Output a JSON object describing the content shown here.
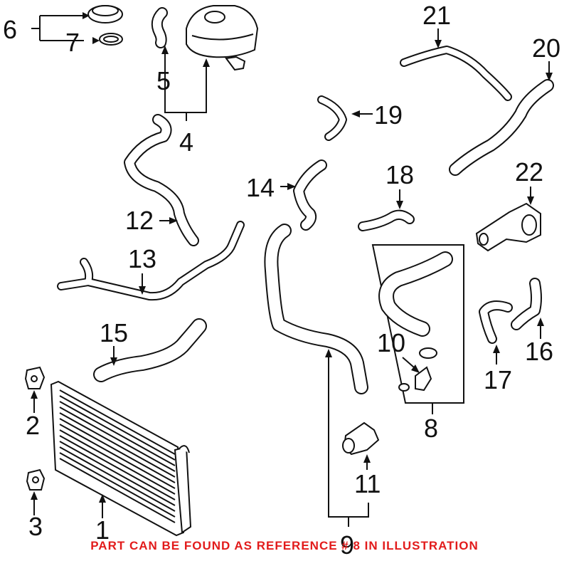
{
  "callouts": {
    "c1": "1",
    "c2": "2",
    "c3": "3",
    "c4": "4",
    "c5": "5",
    "c6": "6",
    "c7": "7",
    "c8": "8",
    "c9": "9",
    "c10": "10",
    "c11": "11",
    "c12": "12",
    "c13": "13",
    "c14": "14",
    "c15": "15",
    "c16": "16",
    "c17": "17",
    "c18": "18",
    "c19": "19",
    "c20": "20",
    "c21": "21",
    "c22": "22"
  },
  "footer": {
    "text": "PART CAN BE FOUND AS REFERENCE # 8 IN ILLUSTRATION",
    "color": "#e21b1b"
  }
}
